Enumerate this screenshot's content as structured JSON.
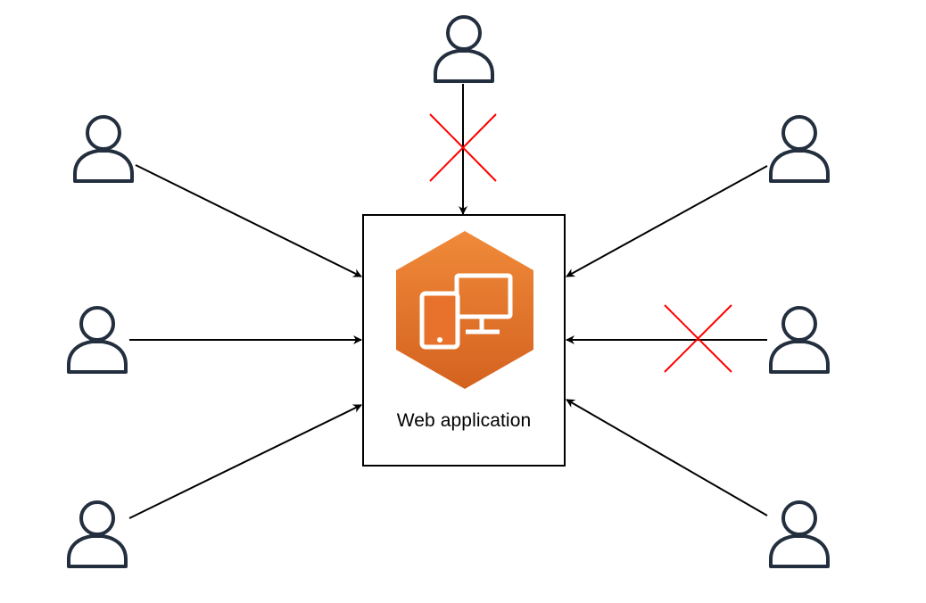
{
  "web_application": {
    "label": "Web application",
    "icon": "devices-icon",
    "hexagon_color": "#e8722c",
    "hexagon_gradient_top": "#f08a3a",
    "hexagon_gradient_bottom": "#d4621f"
  },
  "users": [
    {
      "id": "user-top",
      "icon": "user-icon",
      "blocked": true
    },
    {
      "id": "user-left-top",
      "icon": "user-icon",
      "blocked": false
    },
    {
      "id": "user-left-middle",
      "icon": "user-icon",
      "blocked": false
    },
    {
      "id": "user-left-bottom",
      "icon": "user-icon",
      "blocked": false
    },
    {
      "id": "user-right-top",
      "icon": "user-icon",
      "blocked": false
    },
    {
      "id": "user-right-middle",
      "icon": "user-icon",
      "blocked": true
    },
    {
      "id": "user-right-bottom",
      "icon": "user-icon",
      "blocked": false
    }
  ],
  "colors": {
    "user_stroke": "#232f3e",
    "arrow": "#000000",
    "block_marker": "#ff0000",
    "box_border": "#000000"
  }
}
